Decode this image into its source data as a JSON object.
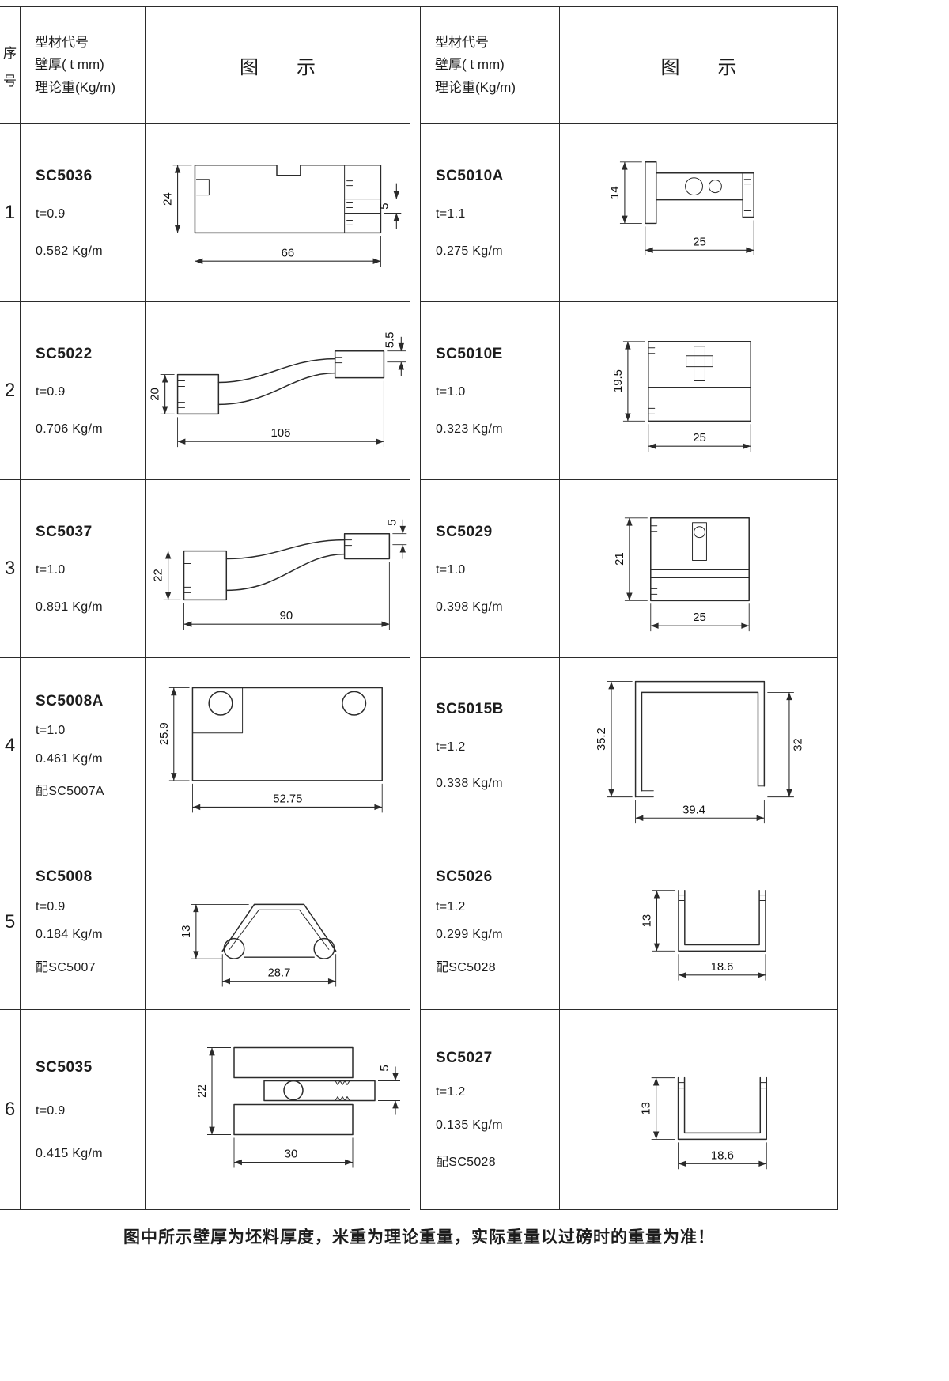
{
  "header": {
    "seq": [
      "序",
      "号"
    ],
    "col_code_lines": [
      "型材代号",
      "壁厚( t mm)",
      "理论重(Kg/m)"
    ],
    "col_diagram": "图　　示"
  },
  "rows": [
    {
      "num": "1",
      "left": {
        "code": "SC5036",
        "thickness": "t=0.9",
        "weight": "0.582 Kg/m",
        "dims": {
          "h": "24",
          "w": "66",
          "s": "5"
        }
      },
      "right": {
        "code": "SC5010A",
        "thickness": "t=1.1",
        "weight": "0.275 Kg/m",
        "dims": {
          "h": "14",
          "w": "25"
        }
      }
    },
    {
      "num": "2",
      "left": {
        "code": "SC5022",
        "thickness": "t=0.9",
        "weight": "0.706 Kg/m",
        "dims": {
          "h": "20",
          "w": "106",
          "s": "5.5"
        }
      },
      "right": {
        "code": "SC5010E",
        "thickness": "t=1.0",
        "weight": "0.323 Kg/m",
        "dims": {
          "h": "19.5",
          "w": "25"
        }
      }
    },
    {
      "num": "3",
      "left": {
        "code": "SC5037",
        "thickness": "t=1.0",
        "weight": "0.891 Kg/m",
        "dims": {
          "h": "22",
          "w": "90",
          "s": "5"
        }
      },
      "right": {
        "code": "SC5029",
        "thickness": "t=1.0",
        "weight": "0.398 Kg/m",
        "dims": {
          "h": "21",
          "w": "25"
        }
      }
    },
    {
      "num": "4",
      "left": {
        "code": "SC5008A",
        "thickness": "t=1.0",
        "weight": "0.461 Kg/m",
        "match": "配SC5007A",
        "dims": {
          "h": "25.9",
          "w": "52.75"
        }
      },
      "right": {
        "code": "SC5015B",
        "thickness": "t=1.2",
        "weight": "0.338 Kg/m",
        "dims": {
          "h": "35.2",
          "w": "39.4",
          "s": "32"
        }
      }
    },
    {
      "num": "5",
      "left": {
        "code": "SC5008",
        "thickness": "t=0.9",
        "weight": "0.184 Kg/m",
        "match": "配SC5007",
        "dims": {
          "h": "13",
          "w": "28.7"
        }
      },
      "right": {
        "code": "SC5026",
        "thickness": "t=1.2",
        "weight": "0.299 Kg/m",
        "match": "配SC5028",
        "dims": {
          "h": "13",
          "w": "18.6"
        }
      }
    },
    {
      "num": "6",
      "left": {
        "code": "SC5035",
        "thickness": "t=0.9",
        "weight": "0.415 Kg/m",
        "dims": {
          "h": "22",
          "w": "30",
          "s": "5"
        }
      },
      "right": {
        "code": "SC5027",
        "thickness": "t=1.2",
        "weight": "0.135 Kg/m",
        "match": "配SC5028",
        "dims": {
          "h": "13",
          "w": "18.6"
        }
      }
    }
  ],
  "footer": "图中所示壁厚为坯料厚度，米重为理论重量，实际重量以过磅时的重量为准！"
}
